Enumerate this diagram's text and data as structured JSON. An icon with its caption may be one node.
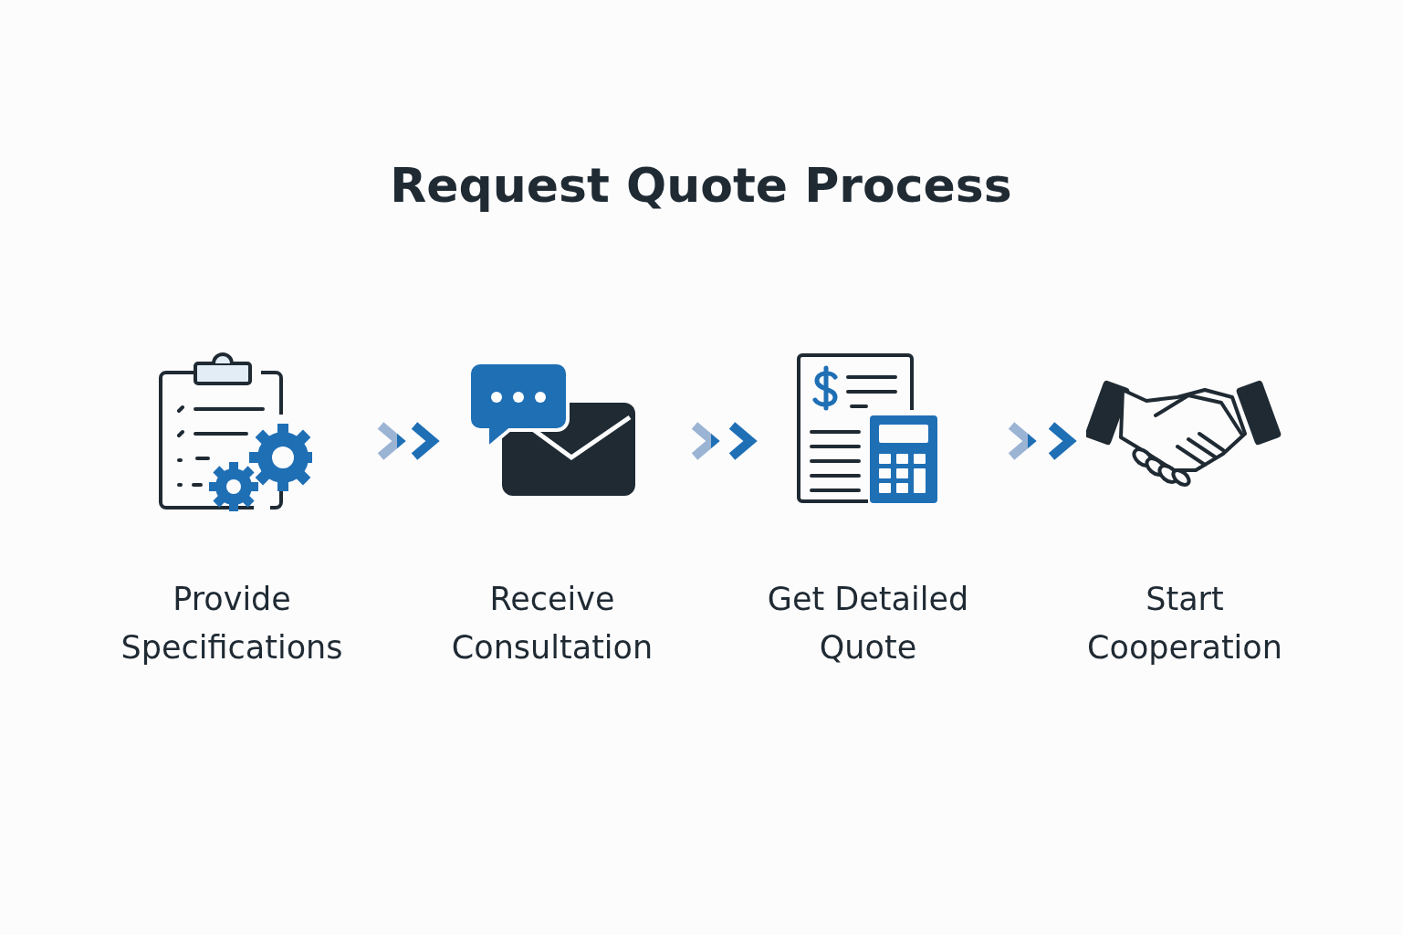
{
  "diagram": {
    "title": "Request Quote Process",
    "nodes": [
      {
        "text": [
          "Provide Specifications"
        ]
      },
      {
        "text": [
          "Receive Consultation"
        ]
      },
      {
        "text": [
          "Get Detailed Quote"
        ]
      },
      {
        "text": [
          "Start Cooperation"
        ]
      }
    ],
    "edges": [
      {
        "from": 0,
        "to": 1,
        "arrow": "to"
      },
      {
        "from": 1,
        "to": 2,
        "arrow": "to"
      },
      {
        "from": 2,
        "to": 3,
        "arrow": "to"
      }
    ]
  }
}
